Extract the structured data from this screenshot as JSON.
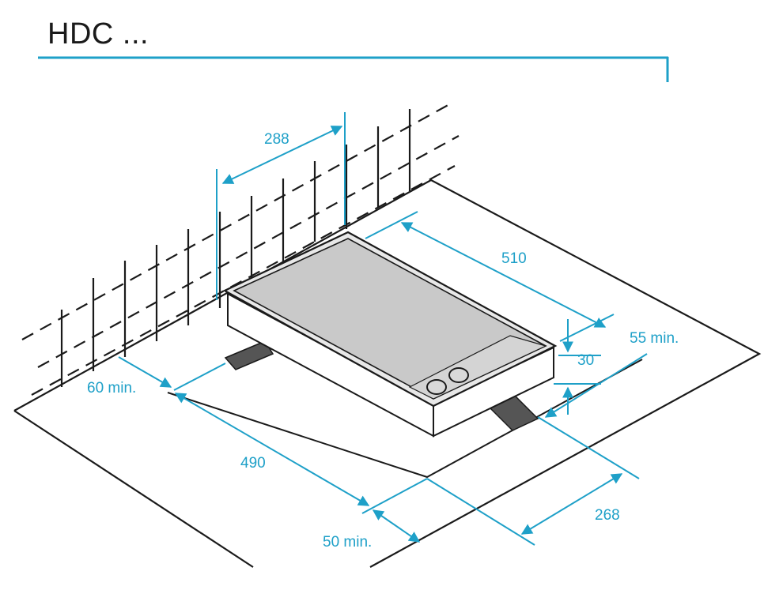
{
  "header": {
    "title": "HDC ...",
    "accent_color": "#1ea0c8"
  },
  "diagram": {
    "type": "installation-dimensions",
    "colors": {
      "line": "#1a1a1a",
      "dimension": "#1ea0c8",
      "cooktop_surface": "#c9c9c9",
      "cooktop_frame": "#e8e8e8",
      "gap_fill": "#555555"
    },
    "dimensions": {
      "backsplash_width": "288",
      "length": "510",
      "height": "30",
      "rear_clearance": "55 min.",
      "side_clearance": "60 min.",
      "cutout_length": "490",
      "front_clearance": "50 min.",
      "cutout_width": "268"
    }
  }
}
